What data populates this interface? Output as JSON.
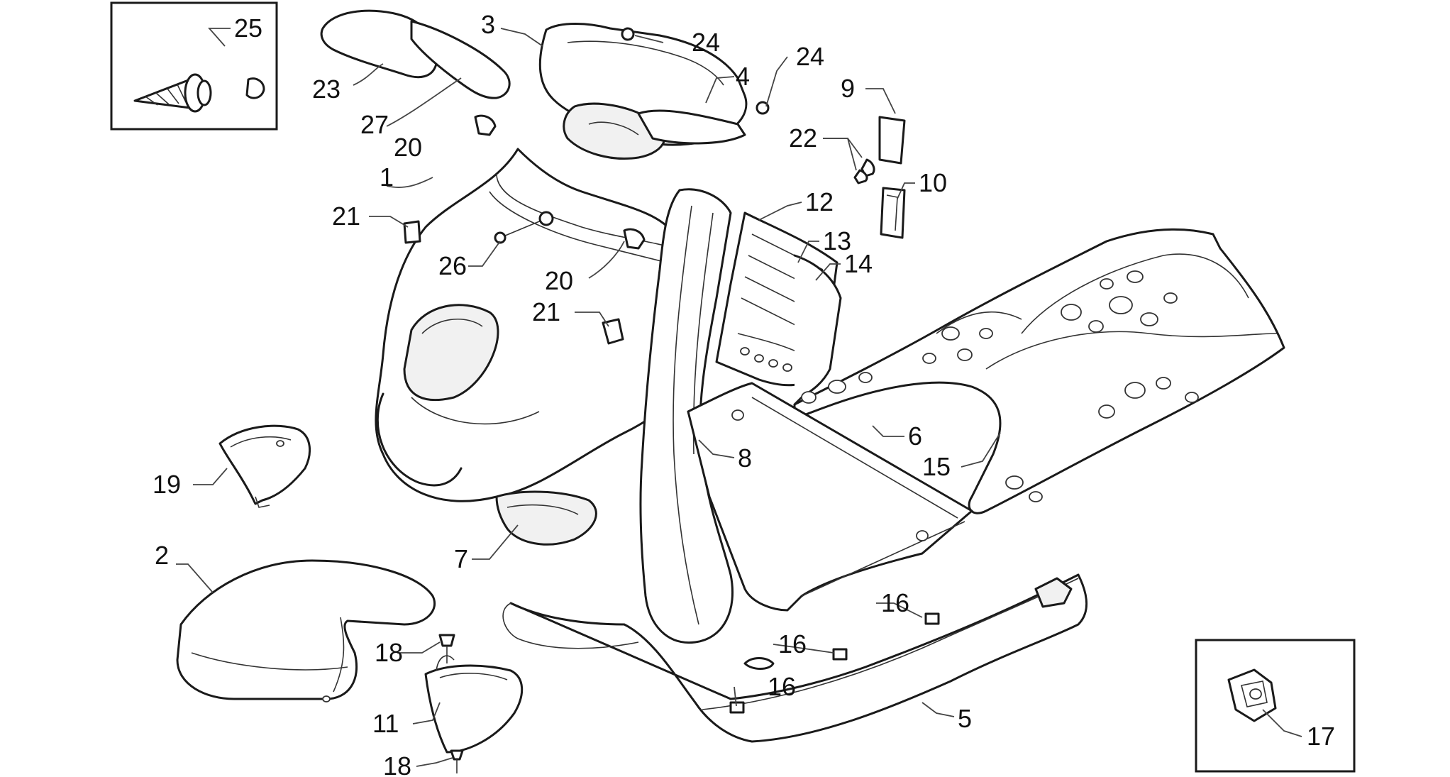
{
  "callouts": {
    "c1": "1",
    "c2": "2",
    "c3": "3",
    "c4": "4",
    "c5": "5",
    "c6": "6",
    "c7": "7",
    "c8": "8",
    "c9": "9",
    "c10": "10",
    "c11": "11",
    "c12": "12",
    "c13": "13",
    "c14": "14",
    "c15": "15",
    "c16a": "16",
    "c16b": "16",
    "c16c": "16",
    "c17": "17",
    "c18a": "18",
    "c18b": "18",
    "c19": "19",
    "c20a": "20",
    "c20b": "20",
    "c21a": "21",
    "c21b": "21",
    "c22": "22",
    "c23": "23",
    "c24a": "24",
    "c24b": "24",
    "c25": "25",
    "c26": "26",
    "c27": "27"
  }
}
